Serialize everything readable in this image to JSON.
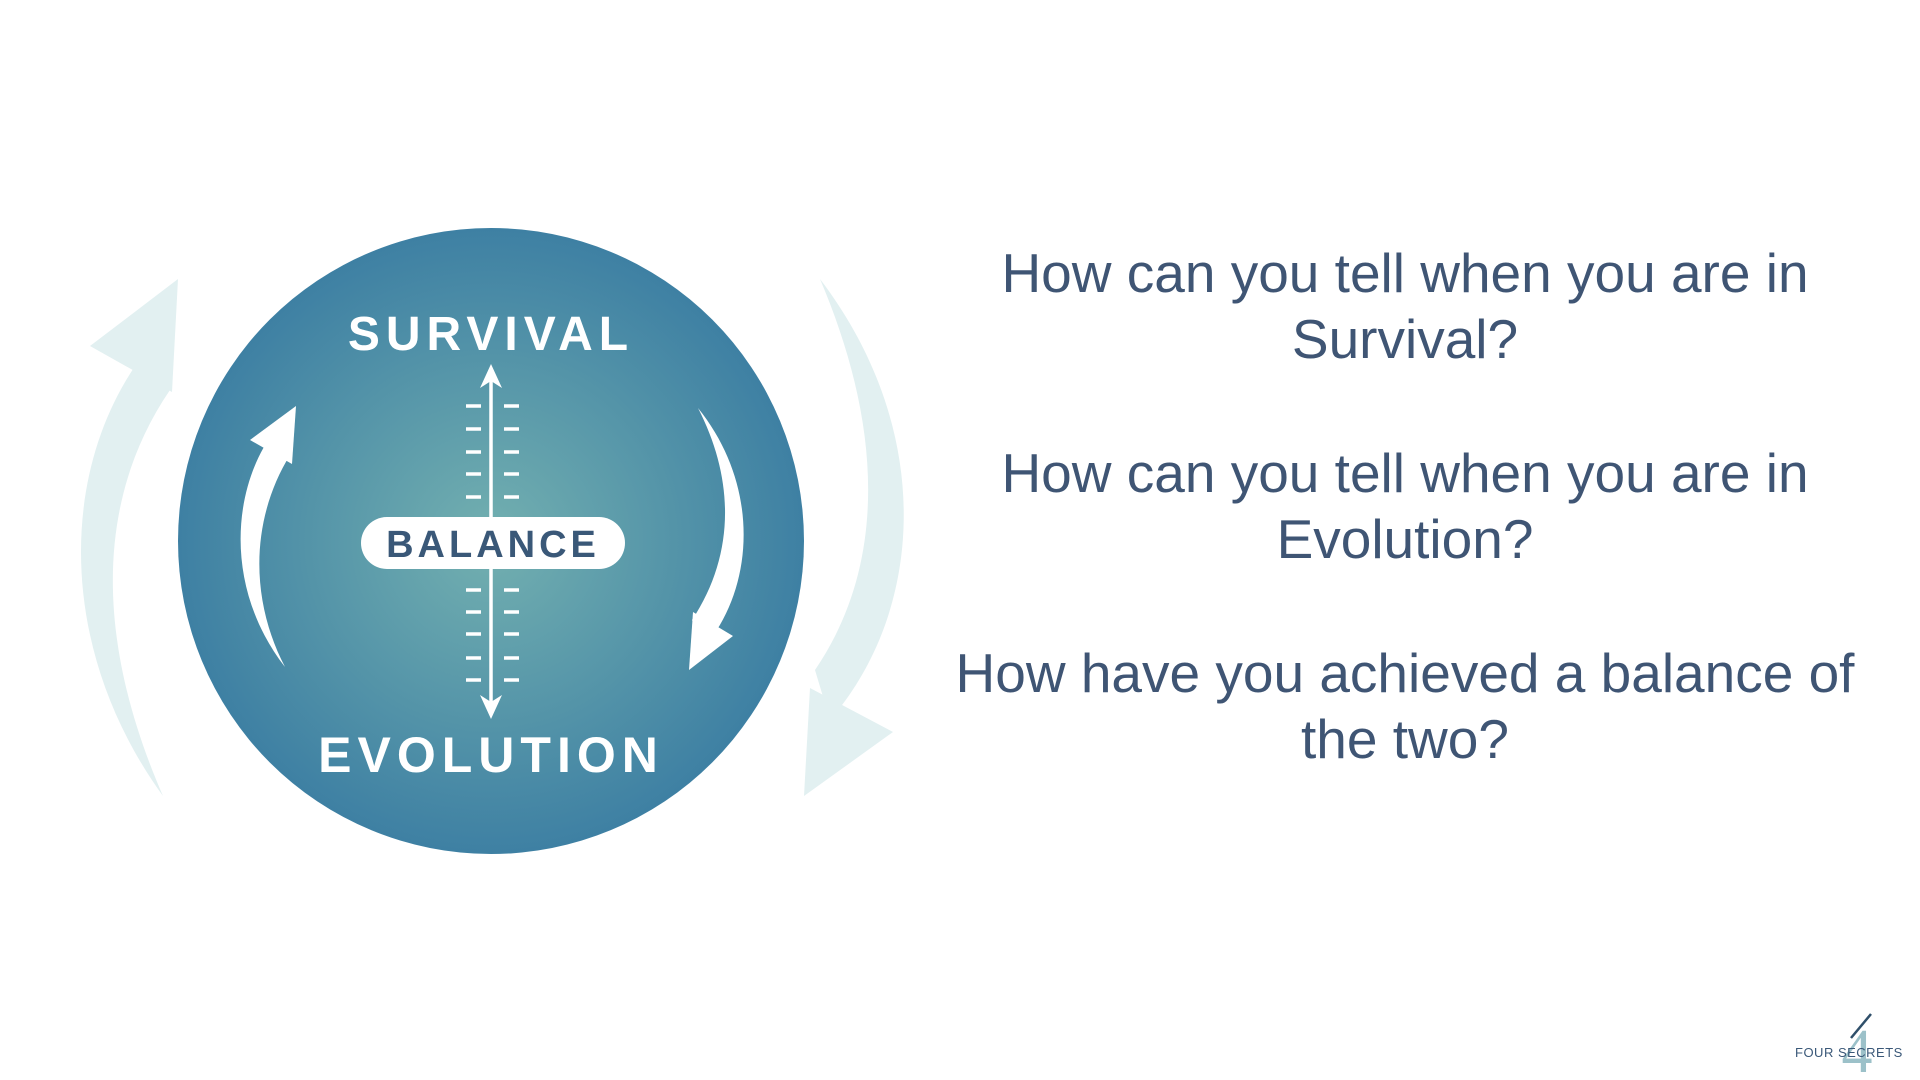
{
  "diagram": {
    "top_label": "SURVIVAL",
    "center_label": "BALANCE",
    "bottom_label": "EVOLUTION",
    "colors": {
      "circle_center": "#73b0b0",
      "circle_edge": "#3e80a3",
      "outer_arrows": "#e2f0f1",
      "label_dark": "#3a5878"
    }
  },
  "questions": [
    "How can you tell when you are in Survival?",
    "How can you tell when you are in Evolution?",
    "How have you achieved a balance of the two?"
  ],
  "logo": {
    "text": "FOUR SECRETS",
    "numeral": "4"
  }
}
